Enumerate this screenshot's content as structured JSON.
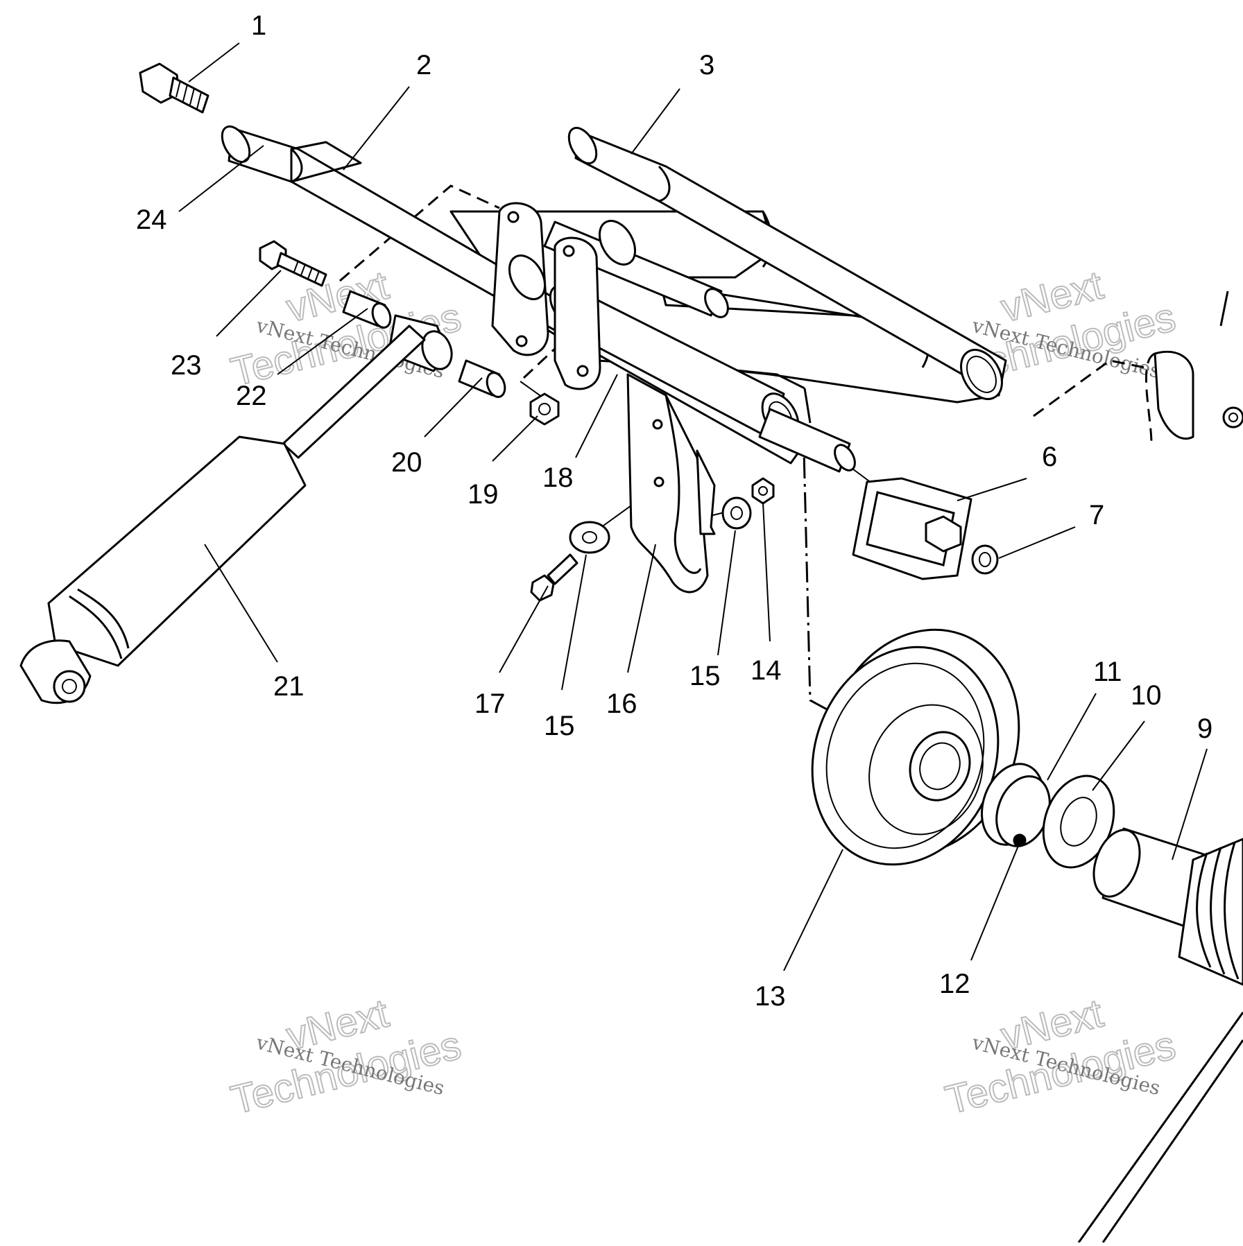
{
  "diagram": {
    "callouts": [
      "1",
      "2",
      "3",
      "24",
      "23",
      "22",
      "20",
      "19",
      "18",
      "6",
      "7",
      "21",
      "17",
      "15",
      "16",
      "15",
      "14",
      "11",
      "10",
      "9",
      "13",
      "12"
    ]
  },
  "watermark": {
    "brand_line": "vNext Technologies",
    "brand_outline_top": "vNext",
    "brand_outline_bottom": "Technologies"
  }
}
